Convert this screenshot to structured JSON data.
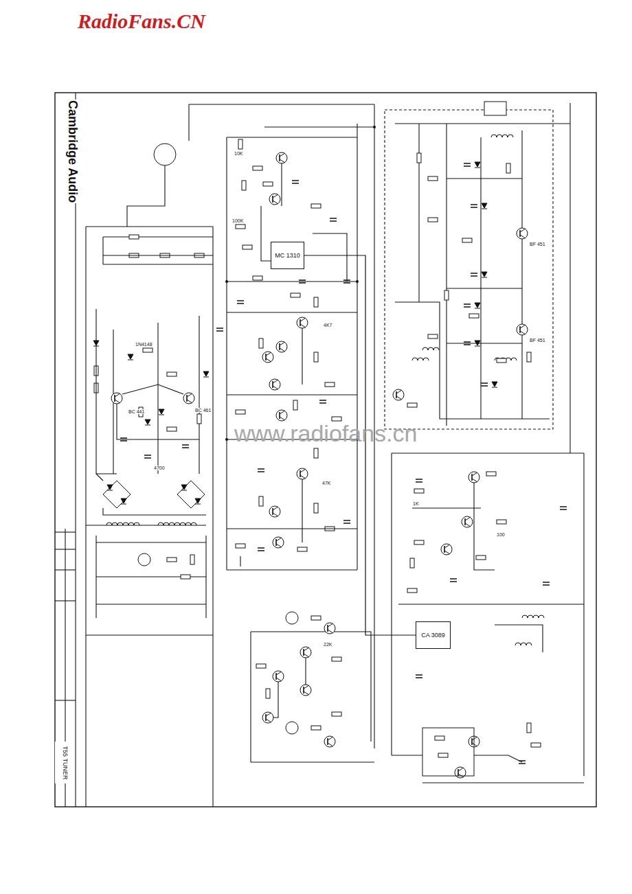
{
  "diagram": {
    "nodes": [
      {
        "text": [
          "MC 1310"
        ]
      },
      {
        "text": [
          "CA 3089"
        ]
      },
      {
        "text": [
          "T55 TUNER"
        ]
      }
    ],
    "edges": [
      {
        "from": 1,
        "to": 0,
        "arrow": "none"
      }
    ],
    "labels": [
      "RadioFans.CN",
      "Cambridge Audio",
      "www.radiofans.cn",
      "BC 441",
      "1N4148",
      "BC 461",
      "4700",
      "10K",
      "100K",
      "4K7",
      "47K",
      "BF 451",
      "BF 451",
      "100",
      "22K",
      "1K"
    ]
  }
}
